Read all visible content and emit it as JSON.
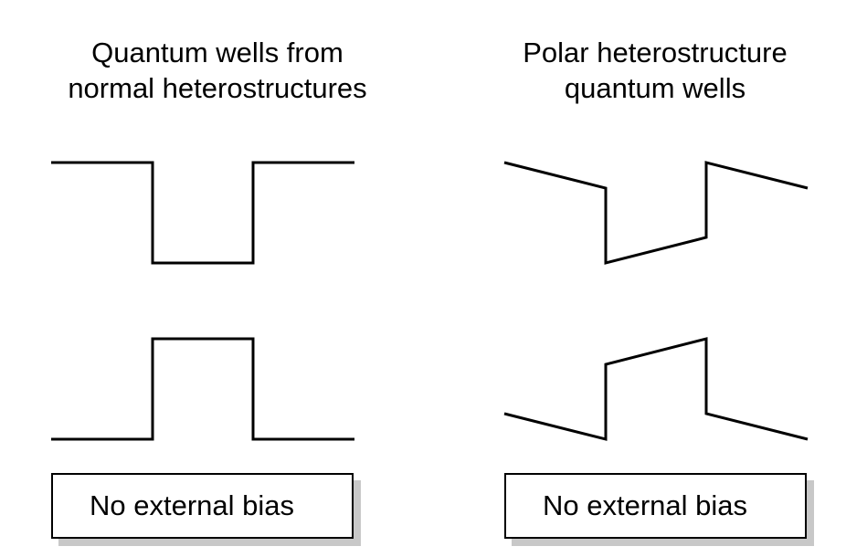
{
  "columns": [
    {
      "title_line1": "Quantum wells from",
      "title_line2": "normal heterostructures",
      "label": "No external bias"
    },
    {
      "title_line1": "Polar heterostructure",
      "title_line2": "quantum wells",
      "label": "No external bias"
    }
  ],
  "colors": {
    "line": "#000000",
    "box_shadow": "#c8c8c8",
    "background": "#ffffff"
  }
}
